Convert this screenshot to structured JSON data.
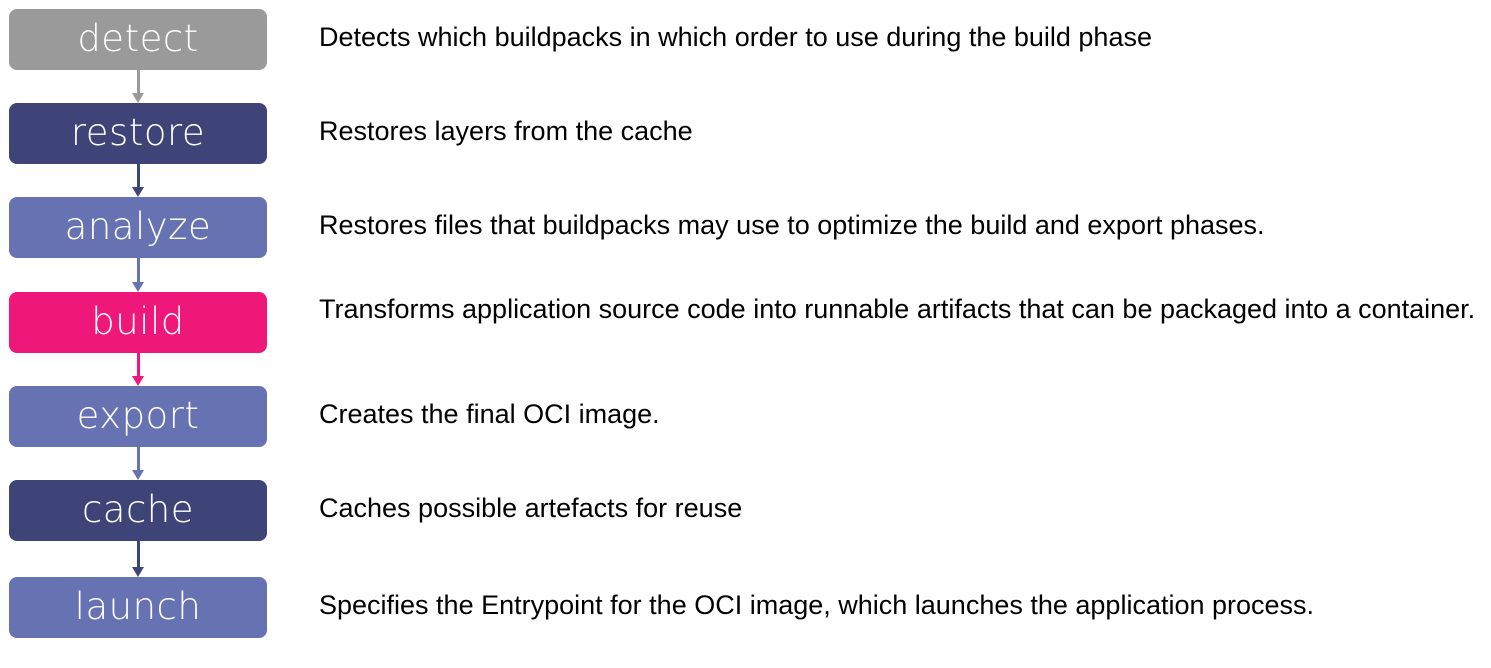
{
  "stages": [
    {
      "id": "detect",
      "label": "detect",
      "color": "#9a9a9a",
      "description": "Detects which buildpacks in which order to use during the build phase"
    },
    {
      "id": "restore",
      "label": "restore",
      "color": "#3f4478",
      "description": "Restores layers from the cache"
    },
    {
      "id": "analyze",
      "label": "analyze",
      "color": "#6772b3",
      "description": "Restores files that buildpacks may use to optimize the build and export phases."
    },
    {
      "id": "build",
      "label": "build",
      "color": "#f0177a",
      "description": "Transforms application source code into runnable artifacts that can be packaged into a container."
    },
    {
      "id": "export",
      "label": "export",
      "color": "#6772b3",
      "description": "Creates the final OCI image."
    },
    {
      "id": "cache",
      "label": "cache",
      "color": "#3f4478",
      "description": "Caches possible artefacts for reuse"
    },
    {
      "id": "launch",
      "label": "launch",
      "color": "#6772b3",
      "description": "Specifies the Entrypoint for the OCI image, which launches the application process."
    }
  ]
}
